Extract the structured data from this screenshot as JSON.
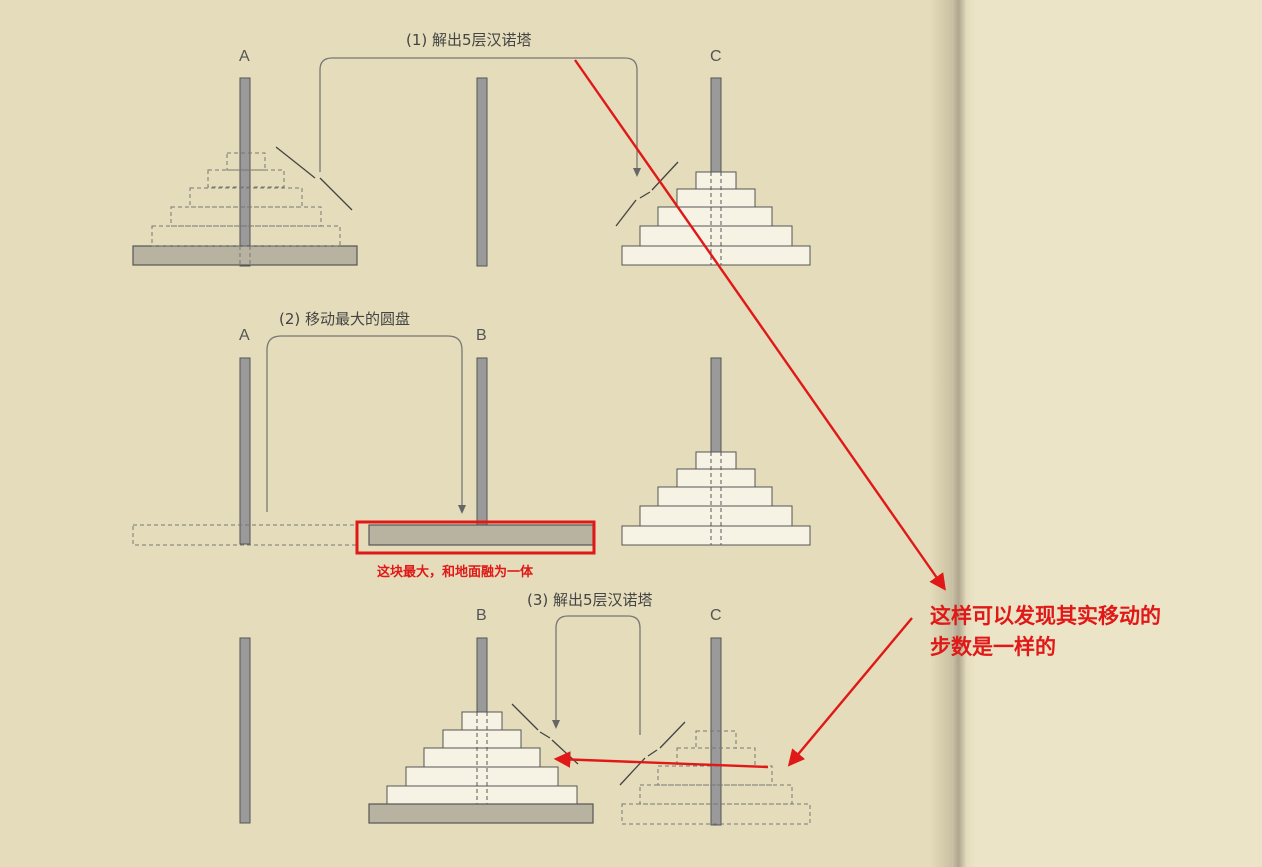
{
  "diagram": {
    "step1": {
      "caption": "(1) 解出5层汉诺塔",
      "peg_left": "A",
      "peg_right": "C"
    },
    "step2": {
      "caption": "(2) 移动最大的圆盘",
      "peg_left": "A",
      "peg_right": "B"
    },
    "step3": {
      "caption": "(3) 解出5层汉诺塔",
      "peg_left": "B",
      "peg_right": "C"
    }
  },
  "annotations": {
    "base_note": "这块最大，和地面融为一体",
    "conclusion_line1": "这样可以发现其实移动的",
    "conclusion_line2": "步数是一样的",
    "accent_color": "#e01818"
  }
}
